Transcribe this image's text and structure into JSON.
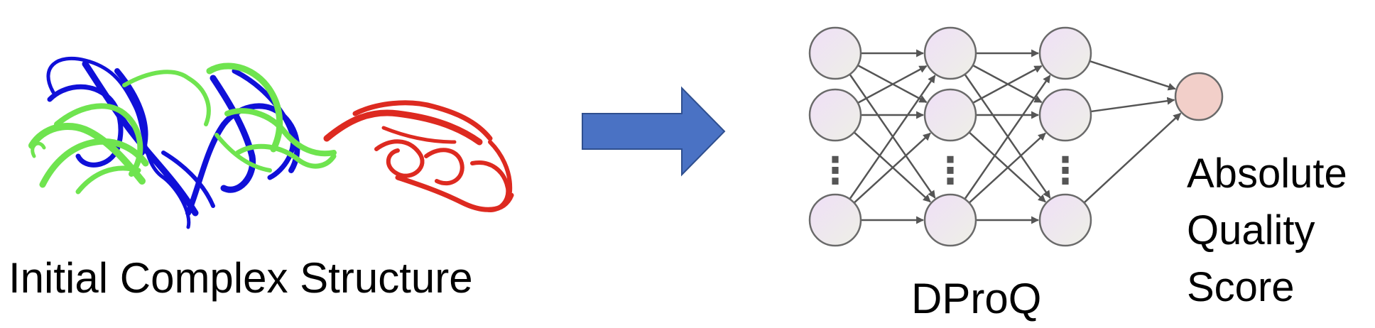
{
  "input": {
    "label": "Initial Complex Structure",
    "chain_colors": [
      "#1010d8",
      "#6fe44f",
      "#dd2a20"
    ]
  },
  "arrow": {
    "fill": "#4a72c4",
    "stroke": "#2f4f8f"
  },
  "model": {
    "label": "DProQ",
    "node_fill_top": "#efdff7",
    "node_fill_bottom": "#eef0e6",
    "node_stroke": "#6a6a6a",
    "edge_color": "#555555",
    "layers": [
      {
        "visible_nodes": 3,
        "ellipsis": "⋮"
      },
      {
        "visible_nodes": 3,
        "ellipsis": "⋮"
      },
      {
        "visible_nodes": 3,
        "ellipsis": "⋮"
      }
    ]
  },
  "output": {
    "lines": [
      "Absolute",
      "Quality",
      "Score"
    ],
    "node_fill": "#f2cfc9"
  }
}
